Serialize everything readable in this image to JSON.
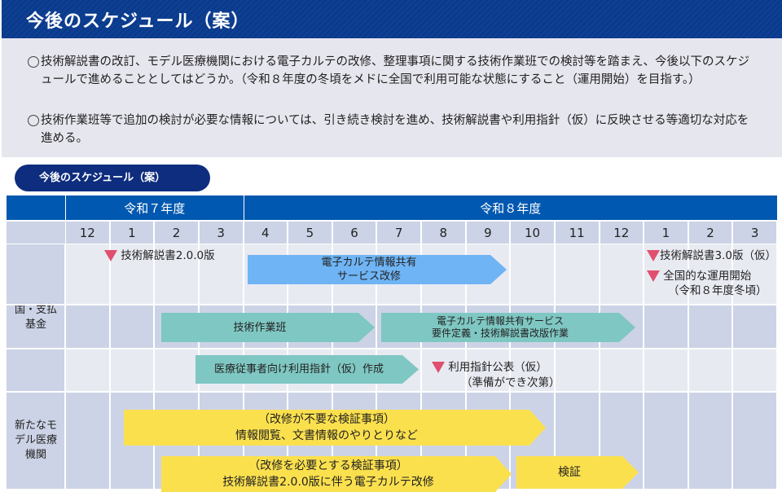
{
  "title": "今後のスケジュール（案）",
  "intro": [
    "技術解説書の改訂、モデル医療機関における電子カルテの改修、整理事項に関する技術作業班での検討等を踏まえ、今後以下のスケジュールで進めることとしてはどうか。（令和８年度の冬頃をメドに全国で利用可能な状態にすること（運用開始）を目指す。）",
    "技術作業班等で追加の検討が必要な情報については、引き続き検討を進め、技術解説書や利用指針（仮）に反映させる等適切な対応を進める。"
  ],
  "schedule_label": "今後のスケジュール（案）",
  "years": [
    "令和７年度",
    "令和８年度"
  ],
  "months": [
    "12",
    "1",
    "2",
    "3",
    "4",
    "5",
    "6",
    "7",
    "8",
    "9",
    "10",
    "11",
    "12",
    "1",
    "2",
    "3"
  ],
  "groups": [
    "国・支払\n基金",
    "新たなモ\nデル医療\n機関"
  ],
  "bars": {
    "emr_service": "電子カルテ情報共有\nサービス改修",
    "working_group": "技術作業班",
    "requirements": "電子カルテ情報共有サービス\n要件定義・技術解説書改版作業",
    "guideline": "医療従事者向け利用指針（仮）作成",
    "no_mod": "（改修が不要な検証事項）\n情報閲覧、文書情報のやりとりなど",
    "mod": "（改修を必要とする検証事項）\n技術解説書2.0.0版に伴う電子カルテ改修",
    "verify": "検証"
  },
  "milestones": {
    "manual_v2": "技術解説書2.0.0版",
    "manual_v3": "技術解説書3.0版（仮）",
    "nationwide": "全国的な運用開始",
    "nationwide_note": "（令和８年度冬頃）",
    "guideline_pub": "利用指針公表（仮）",
    "guideline_note": "（準備ができ次第）"
  },
  "colors": {
    "header": "#0e4196",
    "year": "#0058b0",
    "blue": "#6fb4f4",
    "teal": "#7fc7c2",
    "yellow": "#fbe04e",
    "marker": "#e0506e"
  }
}
